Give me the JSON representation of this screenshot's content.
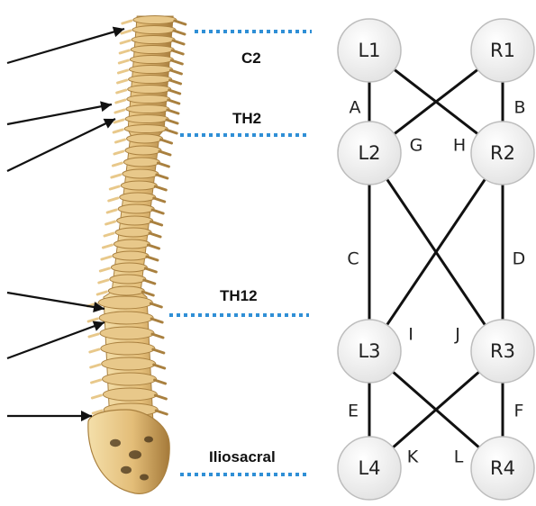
{
  "levels": [
    {
      "id": "c2",
      "label": "C2"
    },
    {
      "id": "th2",
      "label": "TH2"
    },
    {
      "id": "th12",
      "label": "TH12"
    },
    {
      "id": "iliosacral",
      "label": "Iliosacral"
    }
  ],
  "nodes": [
    {
      "id": "L1",
      "label": "L1"
    },
    {
      "id": "R1",
      "label": "R1"
    },
    {
      "id": "L2",
      "label": "L2"
    },
    {
      "id": "R2",
      "label": "R2"
    },
    {
      "id": "L3",
      "label": "L3"
    },
    {
      "id": "R3",
      "label": "R3"
    },
    {
      "id": "L4",
      "label": "L4"
    },
    {
      "id": "R4",
      "label": "R4"
    }
  ],
  "edges": [
    {
      "label": "A",
      "from": "L1",
      "to": "L2"
    },
    {
      "label": "B",
      "from": "R1",
      "to": "R2"
    },
    {
      "label": "G",
      "from": "R1",
      "to": "L2"
    },
    {
      "label": "H",
      "from": "L1",
      "to": "R2"
    },
    {
      "label": "C",
      "from": "L2",
      "to": "L3"
    },
    {
      "label": "D",
      "from": "R2",
      "to": "R3"
    },
    {
      "label": "I",
      "from": "R2",
      "to": "L3"
    },
    {
      "label": "J",
      "from": "L2",
      "to": "R3"
    },
    {
      "label": "E",
      "from": "L3",
      "to": "L4"
    },
    {
      "label": "F",
      "from": "R3",
      "to": "R4"
    },
    {
      "label": "K",
      "from": "R3",
      "to": "L4"
    },
    {
      "label": "L",
      "from": "L3",
      "to": "R4"
    }
  ],
  "colors": {
    "bone": "#e8c88a",
    "bone_shadow": "#a9803f",
    "dotted_line": "#2f8fd6",
    "edge": "#111111",
    "node_fill": "#eeeeee",
    "node_stroke": "#bdbdbd"
  }
}
